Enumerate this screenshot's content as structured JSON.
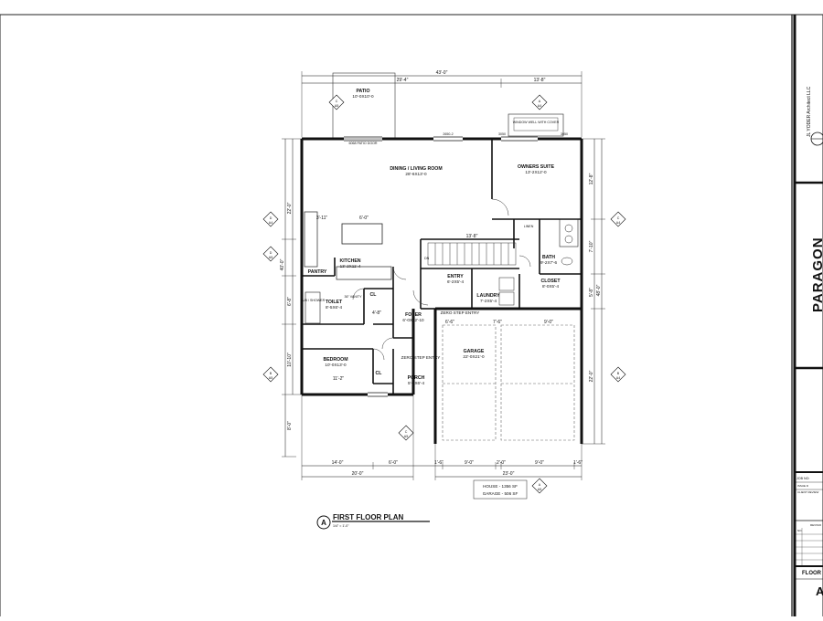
{
  "sheet": {
    "title": "FIRST FLOOR PLAN",
    "scale": "1/4\" = 1'-0\"",
    "view_id": "A",
    "areas": {
      "house": "HOUSE - 1356 SF",
      "garage": "GARAGE - 506 SF"
    }
  },
  "rooms": [
    {
      "id": "patio",
      "name": "PATIO",
      "dims": "10'-0X10'-0"
    },
    {
      "id": "dining",
      "name": "DINING / LIVING ROOM",
      "dims": "28'-6X13'-0"
    },
    {
      "id": "owners",
      "name": "OWNERS SUITE",
      "dims": "13'-2X12'-0"
    },
    {
      "id": "kitchen",
      "name": "KITCHEN",
      "dims": "13'-2X11'-4"
    },
    {
      "id": "pantry",
      "name": "PANTRY",
      "dims": ""
    },
    {
      "id": "toilet",
      "name": "TOILET",
      "dims": "8'-5X6'-4"
    },
    {
      "id": "entry",
      "name": "ENTRY",
      "dims": "6'-2X5'-4"
    },
    {
      "id": "laundry",
      "name": "LAUNDRY",
      "dims": "7'-2X5'-4"
    },
    {
      "id": "bath",
      "name": "BATH",
      "dims": "9'-2X7'-6"
    },
    {
      "id": "closet",
      "name": "CLOSET",
      "dims": "8'-0X5'-4"
    },
    {
      "id": "foyer",
      "name": "FOYER",
      "dims": "6'-0X12'-10"
    },
    {
      "id": "garage",
      "name": "GARAGE",
      "dims": "22'-0X21'-0"
    },
    {
      "id": "bedroom",
      "name": "BEDROOM",
      "dims": "10'-0X13'-0"
    },
    {
      "id": "porch",
      "name": "PORCH",
      "dims": "5'-0X6'-4"
    },
    {
      "id": "cl1",
      "name": "CL",
      "dims": ""
    },
    {
      "id": "cl2",
      "name": "CL",
      "dims": ""
    }
  ],
  "notes": {
    "zero_step_entry": "ZERO STEP ENTRY",
    "window_well": "WINDOW WELL WITH COVER",
    "patio_door": "6068 PATIO DOOR",
    "linen": "LINEN",
    "vanity": "36\" VANITY",
    "tub": "TUB / SHOWER",
    "dn": "DN"
  },
  "dimensions": {
    "overall": "43'-0\"",
    "top_left": "29'-4\"",
    "top_right": "13'-8\"",
    "stair": "13'-8\"",
    "kit_a": "3'-11\"",
    "kit_b": "6'-0\"",
    "left_a": "22'-0\"",
    "left_b": "40'-0\"",
    "left_c": "10'-10\"",
    "left_d": "6'-8\"",
    "left_e": "8'-0\"",
    "right_a": "12'-8\"",
    "right_b": "7'-10\"",
    "right_c": "48'-0\"",
    "right_d": "5'-8\"",
    "right_e": "22'-0\"",
    "dim_14": "14'-0\"",
    "dim_6": "6'-0\"",
    "dim_20": "20'-0\"",
    "dim_16": "1'-6\"",
    "dim_9a": "9'-0\"",
    "dim_2": "2'-0\"",
    "dim_9b": "9'-0\"",
    "dim_16b": "1'-6\"",
    "dim_23": "23'-0\"",
    "garage_a": "6'-6\"",
    "garage_b": "7'-6\"",
    "garage_c": "9'-0\"",
    "bed_w": "11'-2\"",
    "foyer_w": "4'-8\"",
    "window_a": "2650-2",
    "window_b": "3050",
    "window_c": "3050"
  },
  "section_tags": [
    {
      "letter": "C",
      "sheet": "A5"
    },
    {
      "letter": "A",
      "sheet": "A4"
    },
    {
      "letter": "D",
      "sheet": "A4"
    },
    {
      "letter": "D",
      "sheet": "A5"
    },
    {
      "letter": "C",
      "sheet": "A4"
    },
    {
      "letter": "B",
      "sheet": "A5"
    },
    {
      "letter": "B",
      "sheet": "A4"
    },
    {
      "letter": "C",
      "sheet": "A5"
    },
    {
      "letter": "A",
      "sheet": "A5"
    }
  ],
  "title_block": {
    "firm": "JL YODER Architect LLC",
    "project": "PARAGON",
    "job_no_label": "JOB NO:",
    "issue_label": "ISSUE D",
    "client_review": "CLIENT REVIEW",
    "revision_label": "REVISIO",
    "rev_no": "NO.",
    "sheet_title": "FLOOR",
    "sheet_no": "A"
  },
  "colors": {
    "ink": "#111111",
    "hatch": "#7a7a7a",
    "paper": "#ffffff"
  }
}
